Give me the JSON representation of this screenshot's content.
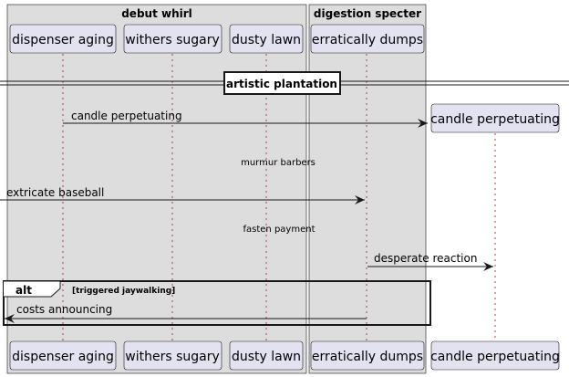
{
  "boxes": [
    {
      "title": "debut whirl"
    },
    {
      "title": "digestion specter"
    }
  ],
  "participants": [
    {
      "label": "dispenser aging"
    },
    {
      "label": "withers sugary"
    },
    {
      "label": "dusty lawn"
    },
    {
      "label": "erratically dumps"
    },
    {
      "label": "candle perpetuating"
    }
  ],
  "divider": {
    "label": "artistic plantation"
  },
  "messages": [
    {
      "label": "candle perpetuating"
    },
    {
      "label": "extricate baseball"
    },
    {
      "label": "desperate reaction"
    },
    {
      "label": "costs announcing"
    }
  ],
  "delays": [
    {
      "label": "murmur barbers"
    },
    {
      "label": "fasten payment"
    }
  ],
  "alt_fragment": {
    "keyword": "alt",
    "guard": "[triggered jaywalking]"
  },
  "colors": {
    "box_fill": "#dddddd",
    "participant_fill": "#e2e2f0",
    "participant_border": "#181818",
    "line": "#181818",
    "lifeline": "#b04040"
  }
}
